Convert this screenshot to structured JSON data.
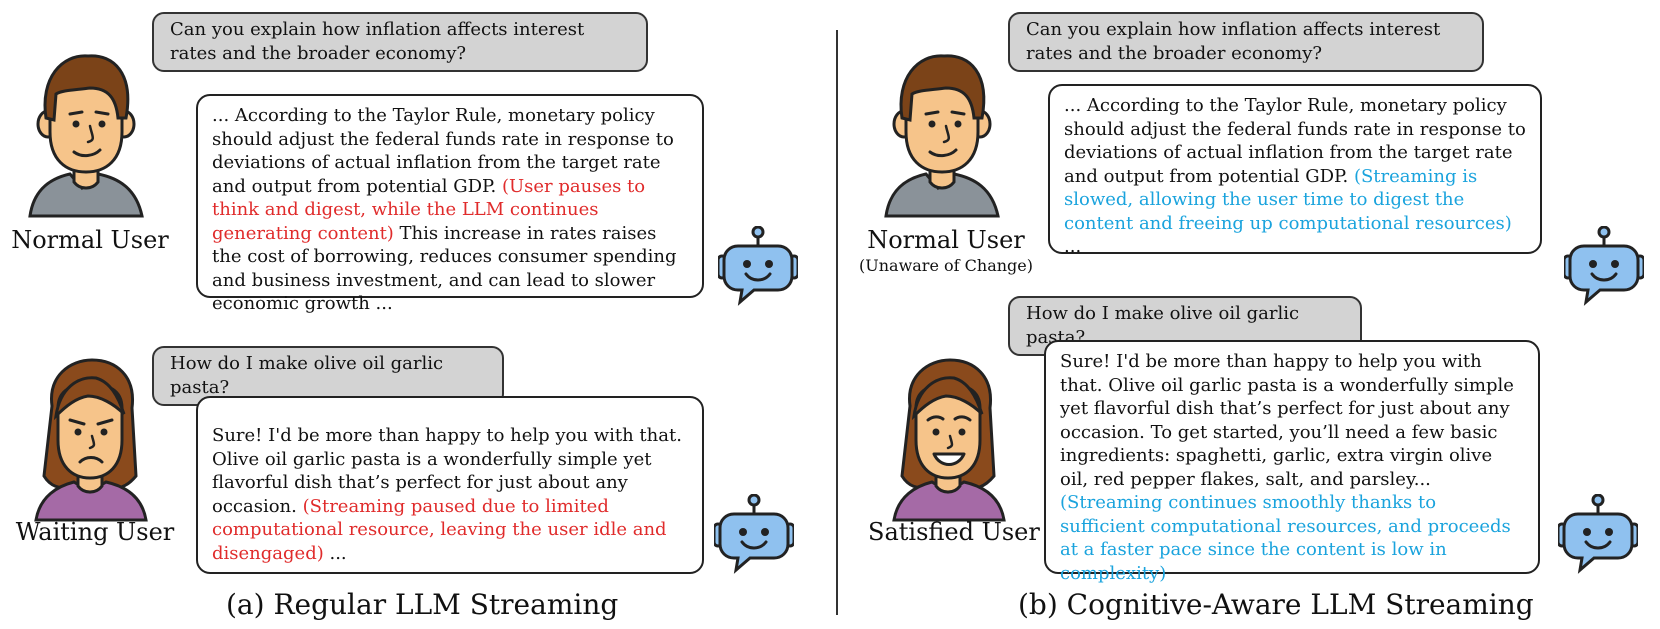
{
  "panel_a": {
    "caption": "(a) Regular LLM Streaming",
    "normal": {
      "user_label": "Normal User",
      "question": "Can you explain how inflation affects interest rates and the broader economy?",
      "response_before": "... According to the Taylor Rule, monetary policy should adjust the federal funds rate in response to deviations of actual inflation from the target rate and output from potential GDP. ",
      "response_note": "(User pauses to think and digest, while the LLM continues generating content)",
      "response_after": " This increase in rates raises the cost of borrowing, reduces consumer spending and business investment, and can lead to slower economic growth ..."
    },
    "waiting": {
      "user_label": "Waiting User",
      "question": "How do I make olive oil garlic pasta?",
      "response_before": "Sure! I'd be more than happy to help you with that. Olive oil garlic pasta is a wonderfully simple yet flavorful dish that’s perfect for just about any occasion. ",
      "response_note": "(Streaming paused due to limited computational resource, leaving the user idle and disengaged)",
      "response_after": " ..."
    }
  },
  "panel_b": {
    "caption": "(b) Cognitive-Aware LLM Streaming",
    "normal": {
      "user_label": "Normal User",
      "user_sublabel": "(Unaware of Change)",
      "question": "Can you explain how inflation affects interest rates and the broader economy?",
      "response_before": "... According to the Taylor Rule, monetary policy should adjust the federal funds rate in response to deviations of actual inflation from the target rate and output from potential GDP. ",
      "response_note": "(Streaming is slowed, allowing the user time to digest the content and freeing up computational resources)",
      "response_after": " ..."
    },
    "satisfied": {
      "user_label": "Satisfied User",
      "question": "How do I make olive oil garlic pasta?",
      "response_before": "Sure! I'd be more than happy to help you with that. Olive oil garlic pasta is a wonderfully simple yet flavorful dish that’s perfect for just about any occasion. To get started, you’ll need a few basic ingredients: spaghetti, garlic, extra virgin olive oil, red pepper flakes, salt, and parsley... ",
      "response_note": "(Streaming continues smoothly thanks to sufficient computational resources, and proceeds at a faster pace since the content is low in complexity)",
      "response_after": ""
    }
  },
  "colors": {
    "skin": "#f6c48a",
    "male_hair": "#7b4318",
    "female_hair": "#8a4a1c",
    "male_shirt": "#8a9299",
    "female_shirt": "#a56aa6",
    "robot_body": "#8fc1ef",
    "question_fill": "#d3d3d3",
    "note_red": "#e02b2b",
    "note_blue": "#1aa3dd"
  },
  "icons": [
    "male-user-icon",
    "female-worried-user-icon",
    "female-happy-user-icon",
    "robot-chatbot-icon"
  ]
}
